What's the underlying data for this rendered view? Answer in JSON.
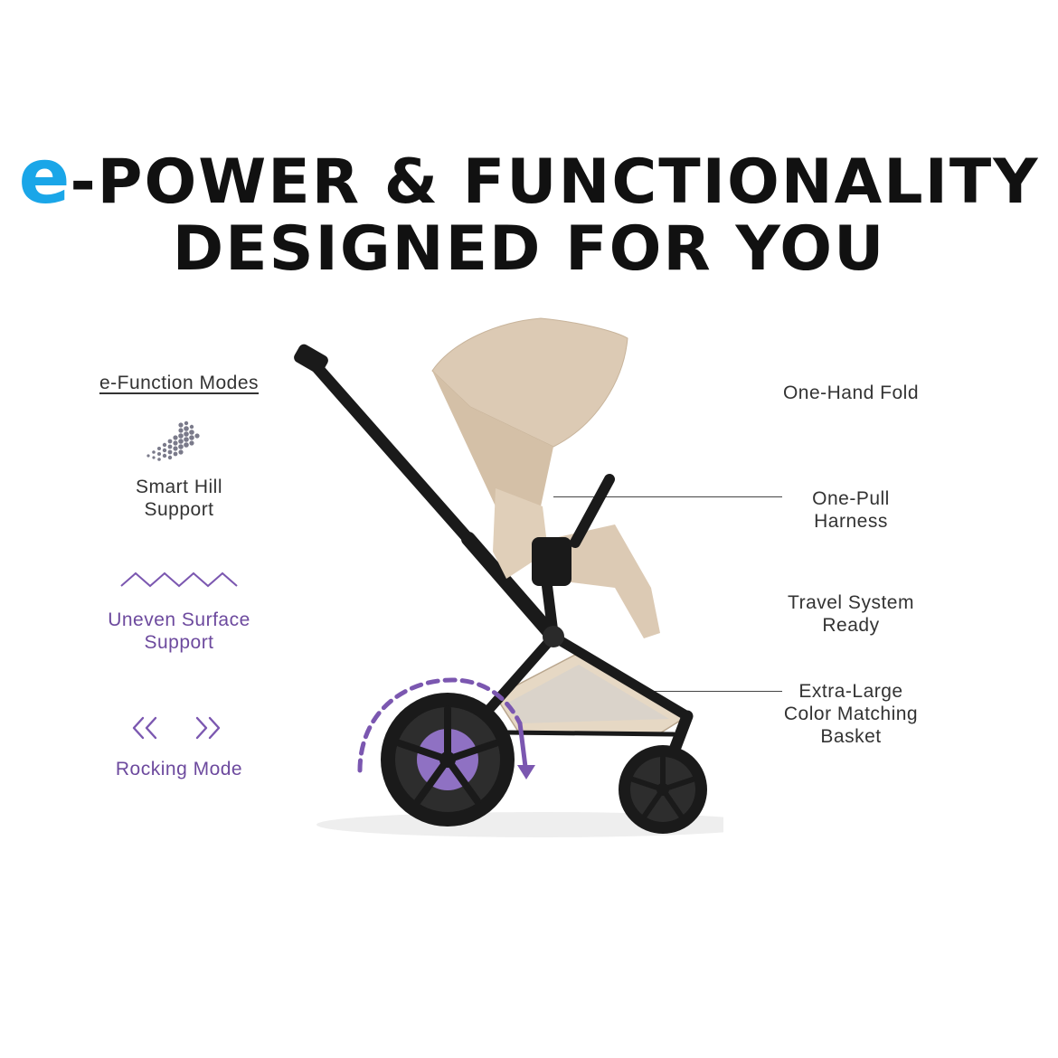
{
  "title": {
    "e_mark": "e",
    "line1": "-POWER & FUNCTIONALITY",
    "line2": "DESIGNED FOR YOU"
  },
  "left": {
    "heading": "e-Function Modes",
    "items": [
      {
        "label_l1": "Smart Hill",
        "label_l2": "Support",
        "icon": "dotted-arrow-icon"
      },
      {
        "label_l1": "Uneven Surface",
        "label_l2": "Support",
        "icon": "zigzag-icon"
      },
      {
        "label_l1": "Rocking Mode",
        "icon": "rocking-chevrons-icon"
      }
    ]
  },
  "right": {
    "items": [
      {
        "l1": "One-Hand Fold"
      },
      {
        "l1": "One-Pull",
        "l2": "Harness"
      },
      {
        "l1": "Travel System",
        "l2": "Ready"
      },
      {
        "l1": "Extra-Large",
        "l2": "Color Matching",
        "l3": "Basket"
      }
    ]
  },
  "colors": {
    "accent_blue": "#1aa6e8",
    "purple": "#7b57b0",
    "fabric": "#dccab4",
    "frame": "#1a1a1a"
  }
}
